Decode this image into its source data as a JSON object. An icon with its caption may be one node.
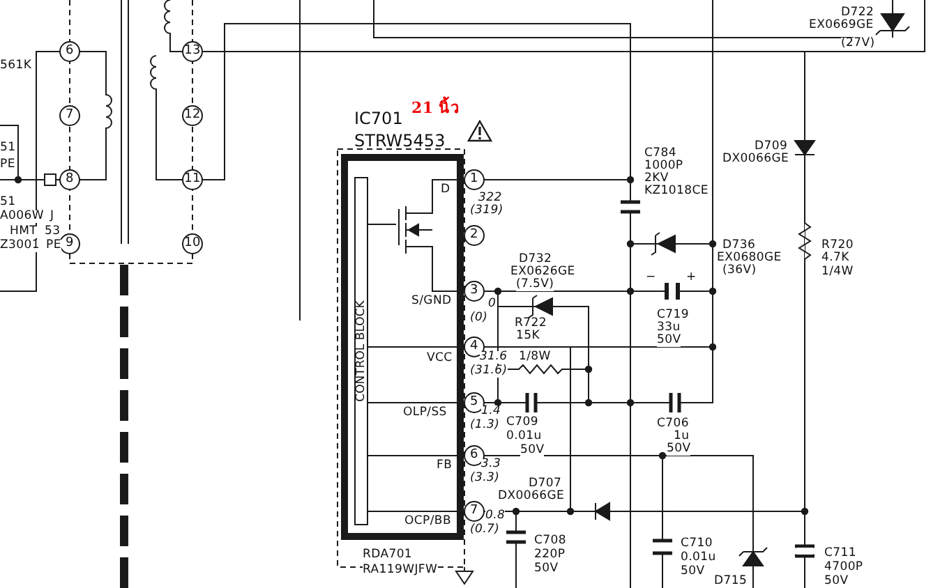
{
  "diagram": {
    "nodes": [
      {
        "text": [
          "IC701",
          "STRW5453"
        ]
      },
      {
        "text": [
          "CONTROL BLOCK"
        ],
        "in": 0
      }
    ],
    "labels": [
      "D722",
      "EX0669GE",
      "(27V)",
      "561K",
      "21 นิ้ว",
      "51",
      "PE",
      "D709",
      "DX0066GE",
      "C784",
      "1000P",
      "2KV",
      "KZ1018CE",
      "51",
      "A006W",
      "J",
      "HMT",
      "53",
      "Z3001",
      "PE",
      "D",
      "322",
      "(319)",
      "D736",
      "EX0680GE",
      "(36V)",
      "R720",
      "4.7K",
      "1/4W",
      "D732",
      "EX0626GE",
      "(7.5V)",
      "−",
      "+",
      "S/GND",
      "0",
      "(0)",
      "C719",
      "33u",
      "50V",
      "R722",
      "15K",
      "VCC",
      "31.6",
      "1/8W",
      "(31.6)",
      "OLP/SS",
      "1.4",
      "(1.3)",
      "C709",
      "0.01u",
      "50V",
      "C706",
      "1u",
      "50V",
      "FB",
      "3.3",
      "(3.3)",
      "D707",
      "DX0066GE",
      "OCP/BB",
      "0.8",
      "(0.7)",
      "C708",
      "220P",
      "50V",
      "C710",
      "0.01u",
      "50V",
      "RDA701",
      "RA119WJFW",
      "D715",
      "C711",
      "4700P",
      "50V",
      "1",
      "2",
      "3",
      "4",
      "5",
      "6",
      "7",
      "6",
      "7",
      "8",
      "9",
      "13",
      "12",
      "11",
      "10"
    ]
  }
}
